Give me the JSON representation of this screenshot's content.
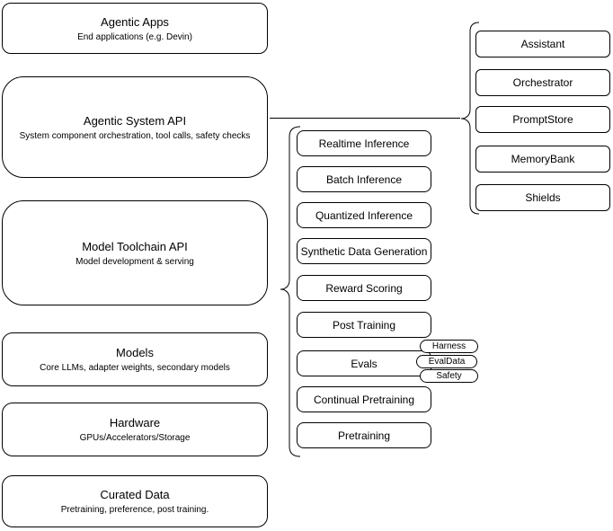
{
  "left_stack": [
    {
      "title": "Agentic Apps",
      "subtitle": "End applications (e.g. Devin)"
    },
    {
      "title": "Agentic System API",
      "subtitle": "System component orchestration, tool calls, safety checks"
    },
    {
      "title": "Model Toolchain API",
      "subtitle": "Model development & serving"
    },
    {
      "title": "Models",
      "subtitle": "Core LLMs, adapter weights, secondary models"
    },
    {
      "title": "Hardware",
      "subtitle": "GPUs/Accelerators/Storage"
    },
    {
      "title": "Curated Data",
      "subtitle": "Pretraining, preference, post training."
    }
  ],
  "toolchain": [
    "Realtime Inference",
    "Batch Inference",
    "Quantized Inference",
    "Synthetic Data Generation",
    "Reward Scoring",
    "Post Training",
    "Evals",
    "Continual Pretraining",
    "Pretraining"
  ],
  "eval_tags": [
    "Harness",
    "EvalData",
    "Safety"
  ],
  "system_components": [
    "Assistant",
    "Orchestrator",
    "PromptStore",
    "MemoryBank",
    "Shields"
  ],
  "colors": {
    "stroke": "#000000",
    "canvas": "#ffffff",
    "text": "#000000"
  }
}
